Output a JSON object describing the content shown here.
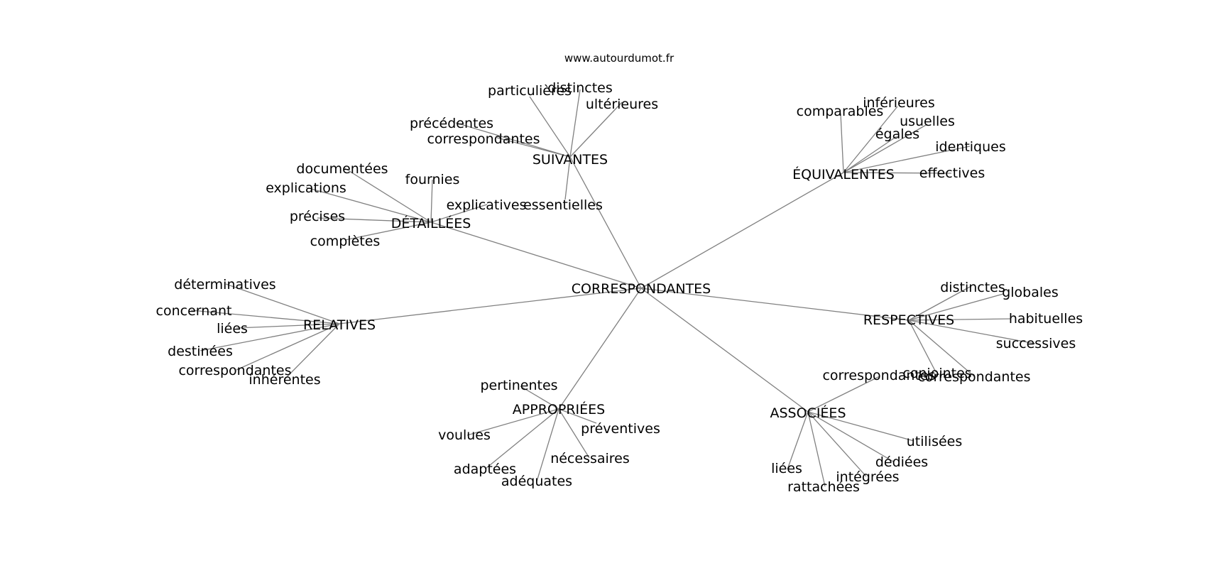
{
  "source": "www.autourdumot.fr",
  "colors": {
    "edge": "#808080",
    "text": "#000000",
    "background": "#ffffff"
  },
  "graph": {
    "center": "CORRESPONDANTES",
    "hubs": [
      {
        "label": "SUIVANTES",
        "leaves": [
          "particulières",
          "distinctes",
          "ultérieures",
          "précédentes",
          "correspondantes",
          "essentielles"
        ]
      },
      {
        "label": "ÉQUIVALENTES",
        "leaves": [
          "comparables",
          "inférieures",
          "usuelles",
          "égales",
          "identiques",
          "effectives"
        ]
      },
      {
        "label": "DÉTAILLÉES",
        "leaves": [
          "documentées",
          "fournies",
          "explications",
          "précises",
          "complètes",
          "explicatives"
        ]
      },
      {
        "label": "RELATIVES",
        "leaves": [
          "déterminatives",
          "concernant",
          "liées",
          "destinées",
          "correspondantes",
          "inhérentes"
        ]
      },
      {
        "label": "RESPECTIVES",
        "leaves": [
          "distinctes",
          "globales",
          "habituelles",
          "successives",
          "conjointes",
          "correspondantes"
        ]
      },
      {
        "label": "APPROPRIÉES",
        "leaves": [
          "pertinentes",
          "préventives",
          "voulues",
          "nécessaires",
          "adaptées",
          "adéquates"
        ]
      },
      {
        "label": "ASSOCIÉES",
        "leaves": [
          "correspondantes",
          "utilisées",
          "dédiées",
          "liées",
          "intégrées",
          "rattachées"
        ]
      }
    ]
  }
}
